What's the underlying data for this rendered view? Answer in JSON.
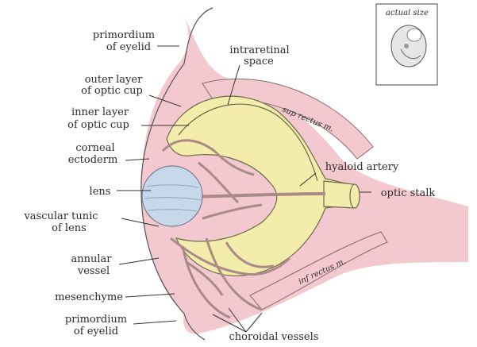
{
  "labels": {
    "primordium_eyelid_top_1": "primordium",
    "primordium_eyelid_top_2": "of eyelid",
    "intraretinal_1": "intraretinal",
    "intraretinal_2": "space",
    "outer_layer_1": "outer layer",
    "outer_layer_2": "of optic cup",
    "inner_layer_1": "inner layer",
    "inner_layer_2": "of optic cup",
    "corneal_1": "corneal",
    "corneal_2": "ectoderm",
    "hyaloid_artery": "hyaloid artery",
    "lens": "lens",
    "optic_stalk": "optic stalk",
    "vascular_tunic_1": "vascular tunic",
    "vascular_tunic_2": "of lens",
    "annular_1": "annular",
    "annular_2": "vessel",
    "mesenchyme": "mesenchyme",
    "primordium_eyelid_bot_1": "primordium",
    "primordium_eyelid_bot_2": "of eyelid",
    "choroidal_vessels": "choroidal vessels",
    "sup_rectus": "sup rectus m.",
    "inf_rectus": "inf rectus m.",
    "actual_size": "actual size"
  },
  "colors": {
    "pink_tissue": "#f3c9cf",
    "yellow_cup": "#f3ecaa",
    "lens_blue": "#c7d8ea",
    "vessel": "#a98a86",
    "outline": "#555555"
  }
}
